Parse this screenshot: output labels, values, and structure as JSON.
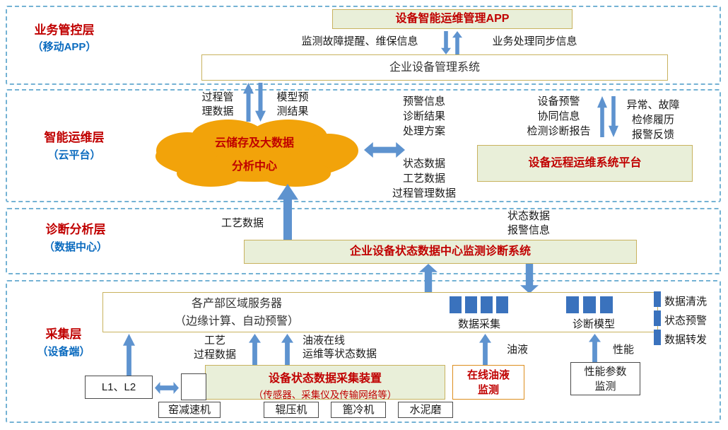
{
  "colors": {
    "accent_blue": "#5e93cf",
    "cloud_orange": "#f2a30a",
    "title_red": "#c00000",
    "subtitle_blue": "#0b6bbf",
    "green_box_bg": "#e9efd9",
    "box_border_yellow": "#c8b25e",
    "frame_dash_blue": "#74b2d4",
    "module_square_blue": "#3a72bd"
  },
  "layers": {
    "business": {
      "title": "业务管控层",
      "subtitle": "（移动APP）"
    },
    "intelligent": {
      "title": "智能运维层",
      "subtitle": "（云平台）"
    },
    "diagnosis": {
      "title": "诊断分析层",
      "subtitle": "（数据中心）"
    },
    "collection": {
      "title": "采集层",
      "subtitle": "（设备端）"
    }
  },
  "business": {
    "app_box": "设备智能运维管理APP",
    "label_left": "监测故障提醒、维保信息",
    "label_right": "业务处理同步信息",
    "ems_box": "企业设备管理系统"
  },
  "intelligent": {
    "process_mgmt": "过程管\n理数据",
    "model_predict": "模型预\n测结果",
    "cloud": "云储存及大数据\n分析中心",
    "mid_top": [
      "预警信息",
      "诊断结果",
      "处理方案"
    ],
    "mid_bottom": [
      "状态数据",
      "工艺数据",
      "过程管理数据"
    ],
    "right_inner": [
      "设备预警",
      "协同信息",
      "检测诊断报告"
    ],
    "right_outer": [
      "异常、故障",
      "检修履历",
      "报警反馈"
    ],
    "platform_box": "设备远程运维系统平台"
  },
  "diagnosis": {
    "craft_label": "工艺数据",
    "diag_box": "企业设备状态数据中心监测诊断系统",
    "status_labels": "状态数据\n报警信息"
  },
  "collection": {
    "server_box": "各产部区域服务器\n（边缘计算、自动预警）",
    "data_collect": "数据采集",
    "diag_model": "诊断模型",
    "legend": [
      "数据清洗",
      "状态预警",
      "数据转发"
    ],
    "craft_process": "工艺\n过程数据",
    "oil_online": "油液在线\n运维等状态数据",
    "oil": "油液",
    "perf": "性能",
    "collector_title": "设备状态数据采集装置",
    "collector_sub": "（传感器、采集仪及传输网络等）",
    "l1l2": "L1、L2",
    "oil_box": "在线油液\n监测",
    "perf_box": "性能参数\n监测",
    "machines": [
      "窑减速机",
      "辊压机",
      "篦冷机",
      "水泥磨"
    ]
  }
}
